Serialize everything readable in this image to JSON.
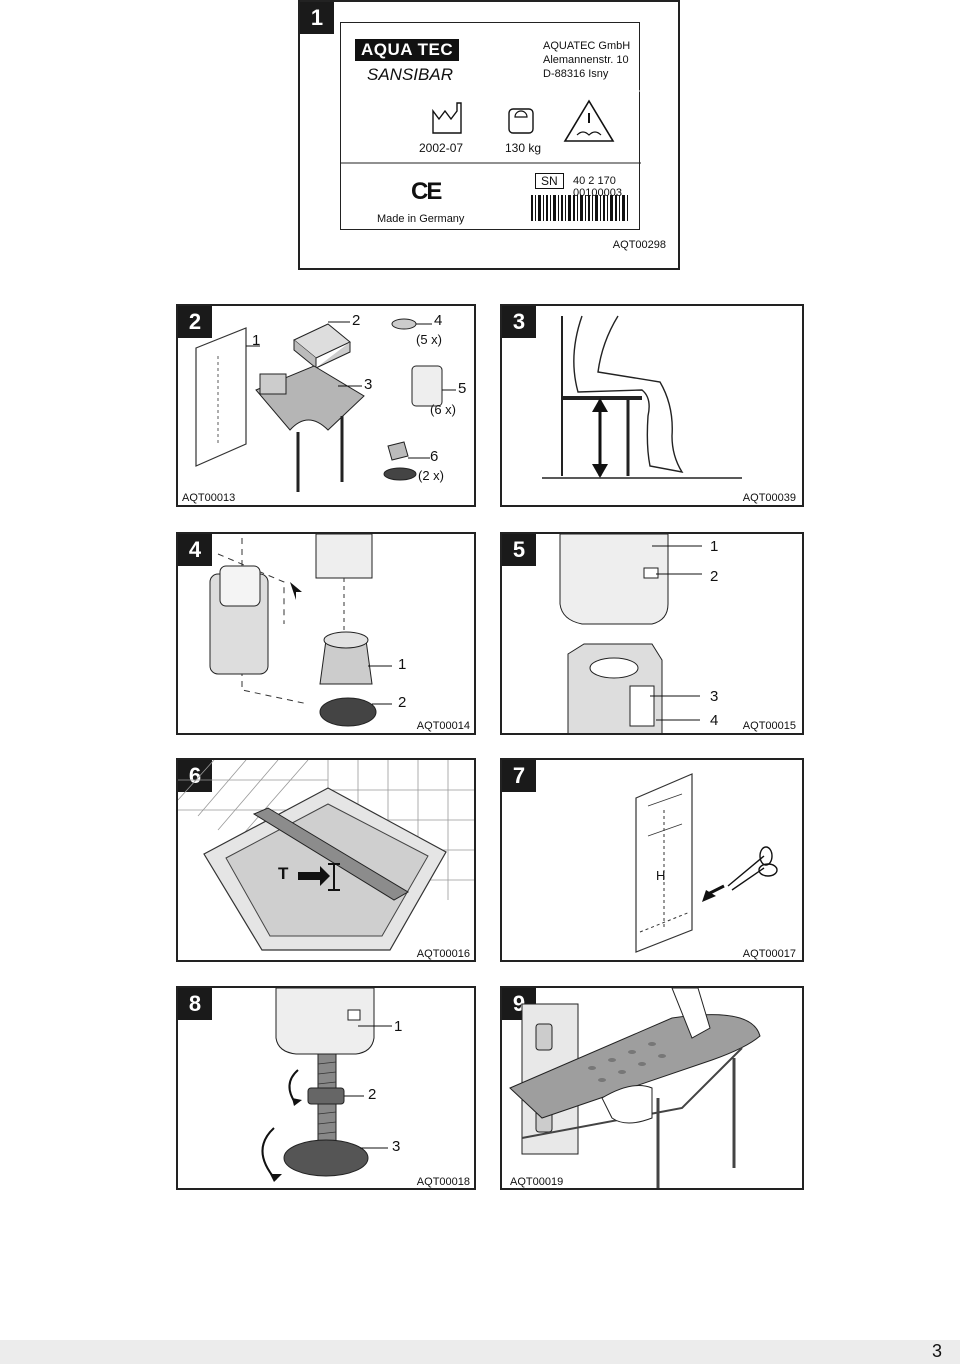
{
  "panels": {
    "p1": {
      "number": "1",
      "brand": "AQUA TEC",
      "model": "SANSIBAR",
      "address": [
        "AQUATEC GmbH",
        "Alemannenstr. 10",
        "D-88316 Isny"
      ],
      "date": "2002-07",
      "weight": "130 kg",
      "sn_label": "SN",
      "serial": "40 2 170 00100003",
      "made_in": "Made in Germany",
      "ce": "CE",
      "code": "AQT00298"
    },
    "p2": {
      "number": "2",
      "callouts": [
        "1",
        "2",
        "3",
        "4",
        "(5 x)",
        "5",
        "(6 x)",
        "6",
        "(2 x)"
      ],
      "code": "AQT00013"
    },
    "p3": {
      "number": "3",
      "code": "AQT00039"
    },
    "p4": {
      "number": "4",
      "callouts": [
        "1",
        "2"
      ],
      "code": "AQT00014"
    },
    "p5": {
      "number": "5",
      "callouts": [
        "1",
        "2",
        "3",
        "4"
      ],
      "code": "AQT00015"
    },
    "p6": {
      "number": "6",
      "label_t": "T",
      "code": "AQT00016"
    },
    "p7": {
      "number": "7",
      "label_h": "H",
      "code": "AQT00017"
    },
    "p8": {
      "number": "8",
      "callouts": [
        "1",
        "2",
        "3"
      ],
      "code": "AQT00018"
    },
    "p9": {
      "number": "9",
      "code": "AQT00019"
    }
  },
  "page_number": "3"
}
